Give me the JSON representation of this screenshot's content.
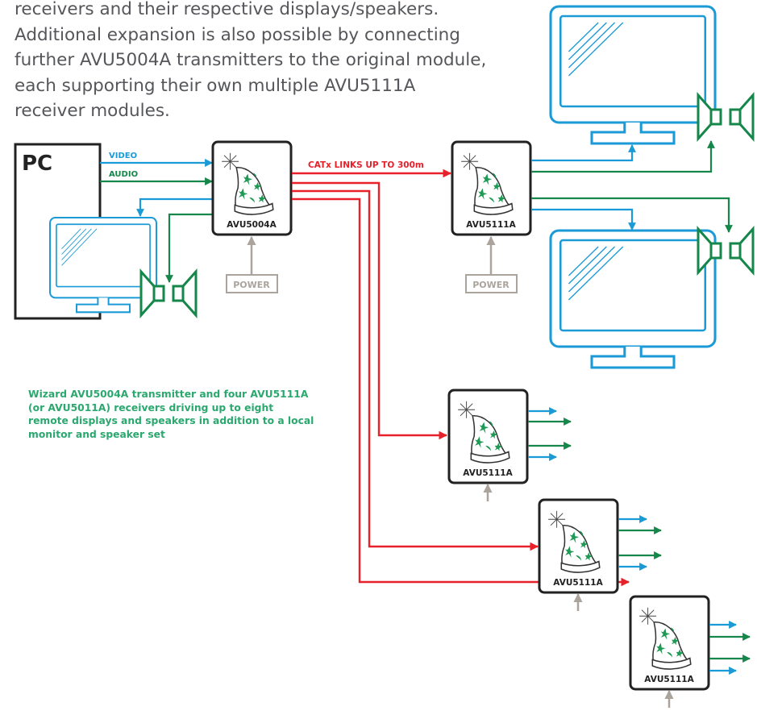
{
  "intro_lines": [
    "receivers and their respective displays/speakers.",
    "Additional expansion is also possible by connecting",
    "further AVU5004A transmitters to the original module,",
    "each supporting their own multiple AVU5111A",
    "receiver modules."
  ],
  "pc_label": "PC",
  "signals": {
    "video": "VIDEO",
    "audio": "AUDIO"
  },
  "link_label": "CATx LINKS UP TO 300m",
  "transmitter": {
    "model": "AVU5004A",
    "power": "POWER"
  },
  "receivers": [
    {
      "model": "AVU5111A",
      "power": "POWER"
    },
    {
      "model": "AVU5111A"
    },
    {
      "model": "AVU5111A"
    },
    {
      "model": "AVU5111A"
    }
  ],
  "caption_lines": [
    "Wizard AVU5004A transmitter and four AVU5111A",
    "(or AVU5011A) receivers driving up to eight",
    "remote displays and speakers in addition to a local",
    "monitor and speaker set"
  ],
  "colors": {
    "video": "#1a9ad6",
    "audio": "#16874a",
    "link": "#e8202a",
    "power": "#aaa49d",
    "text": "#55565a",
    "caption": "#2aa86e"
  }
}
